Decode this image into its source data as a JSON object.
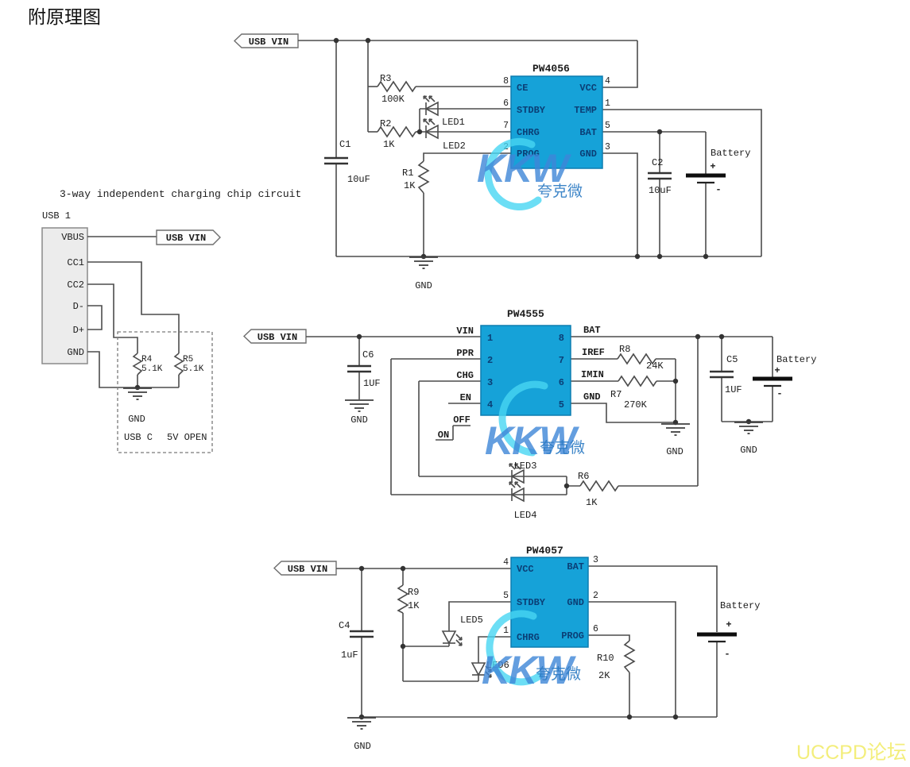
{
  "colors": {
    "chip_fill": "#16a2d8",
    "chip_border": "#0d7db0",
    "chip_pin_text": "#0b3f76",
    "wire": "#4c4c4c",
    "watermark_blue": "#3e86d8",
    "watermark_cyan": "#47d6f2",
    "forum_yellow": "#f3ee7c"
  },
  "doc": {
    "title": "附原理图",
    "caption": "3-way independent charging chip circuit",
    "net": "USB VIN",
    "gnd": "GND",
    "battery": "Battery",
    "plus": "+",
    "minus": "-",
    "forum": "UCCPD论坛"
  },
  "wm": {
    "logo": "KKW",
    "brand": "夸克微"
  },
  "usb1": {
    "title": "USB 1",
    "pins": [
      "VBUS",
      "CC1",
      "CC2",
      "D-",
      "D+",
      "GND"
    ],
    "r4": {
      "r": "R4",
      "v": "5.1K"
    },
    "r5": {
      "r": "R5",
      "v": "5.1K"
    },
    "usbc": "USB C",
    "open5v": "5V OPEN"
  },
  "c1": {
    "chip": "PW4056",
    "lp": [
      {
        "n": "CE",
        "num": "8"
      },
      {
        "n": "STDBY",
        "num": "6"
      },
      {
        "n": "CHRG",
        "num": "7"
      },
      {
        "n": "PROG",
        "num": "2"
      }
    ],
    "rp": [
      {
        "n": "VCC",
        "num": "4"
      },
      {
        "n": "TEMP",
        "num": "1"
      },
      {
        "n": "BAT",
        "num": "5"
      },
      {
        "n": "GND",
        "num": "3"
      }
    ],
    "r3": {
      "r": "R3",
      "v": "100K"
    },
    "r2": {
      "r": "R2",
      "v": "1K"
    },
    "r1": {
      "r": "R1",
      "v": "1K"
    },
    "cap1": {
      "r": "C1",
      "v": "10uF"
    },
    "cap2": {
      "r": "C2",
      "v": "10uF"
    },
    "led1": "LED1",
    "led2": "LED2"
  },
  "c2": {
    "chip": "PW4555",
    "lp": [
      {
        "n": "VIN",
        "num": "1"
      },
      {
        "n": "PPR",
        "num": "2"
      },
      {
        "n": "CHG",
        "num": "3"
      },
      {
        "n": "EN",
        "num": "4"
      }
    ],
    "rp": [
      {
        "n": "BAT",
        "num": "8"
      },
      {
        "n": "IREF",
        "num": "7"
      },
      {
        "n": "IMIN",
        "num": "6"
      },
      {
        "n": "GND",
        "num": "5"
      }
    ],
    "r8": {
      "r": "R8",
      "v": "24K"
    },
    "r7": {
      "r": "R7",
      "v": "270K"
    },
    "r6": {
      "r": "R6",
      "v": "1K"
    },
    "cap6": {
      "r": "C6",
      "v": "1UF"
    },
    "cap5": {
      "r": "C5",
      "v": "1UF"
    },
    "led3": "LED3",
    "led4": "LED4",
    "off": "OFF",
    "on": "ON"
  },
  "c3": {
    "chip": "PW4057",
    "lp": [
      {
        "n": "VCC",
        "num": "4"
      },
      {
        "n": "STDBY",
        "num": "5"
      },
      {
        "n": "CHRG",
        "num": "1"
      }
    ],
    "rp": [
      {
        "n": "BAT",
        "num": "3"
      },
      {
        "n": "GND",
        "num": "2"
      },
      {
        "n": "PROG",
        "num": "6"
      }
    ],
    "r9": {
      "r": "R9",
      "v": "1K"
    },
    "r10": {
      "r": "R10",
      "v": "2K"
    },
    "cap4": {
      "r": "C4",
      "v": "1uF"
    },
    "led5": "LED5",
    "led6": "LED6"
  }
}
